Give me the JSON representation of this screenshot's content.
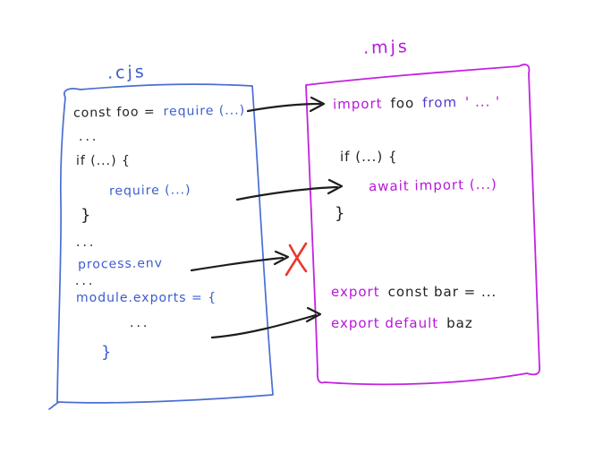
{
  "colors": {
    "blue": "#3a5cd0",
    "magenta": "#b816dc",
    "violet_blue": "#4b39d4",
    "ink": "#222222",
    "red_x": "#e8392f",
    "background": "#ffffff"
  },
  "icons": {
    "no_equivalent_x": "✗"
  },
  "cjs_box": {
    "title": ".cjs",
    "line1_decl": "const foo =",
    "line1_require": "require (...)",
    "line2_ellipsis": "...",
    "line3_if": "if (...) {",
    "line4_require": "require (...)",
    "line5_close": "}",
    "line6_ellipsis": "...",
    "line7_process_env": "process.env",
    "line8_ellipsis": "...",
    "line9_module_exports": "module.exports = {",
    "line10_ellipsis": "...",
    "line11_close": "}"
  },
  "mjs_box": {
    "title": ".mjs",
    "line1_import": "import",
    "line1_binding": "foo",
    "line1_from": "from",
    "line1_specifier": "' ... '",
    "line2_if": "if (...) {",
    "line3_await_import": "await import (...)",
    "line4_close": "}",
    "line5_export": "export",
    "line5_decl": "const bar = ...",
    "line6_export_default": "export default",
    "line6_binding": "baz"
  }
}
